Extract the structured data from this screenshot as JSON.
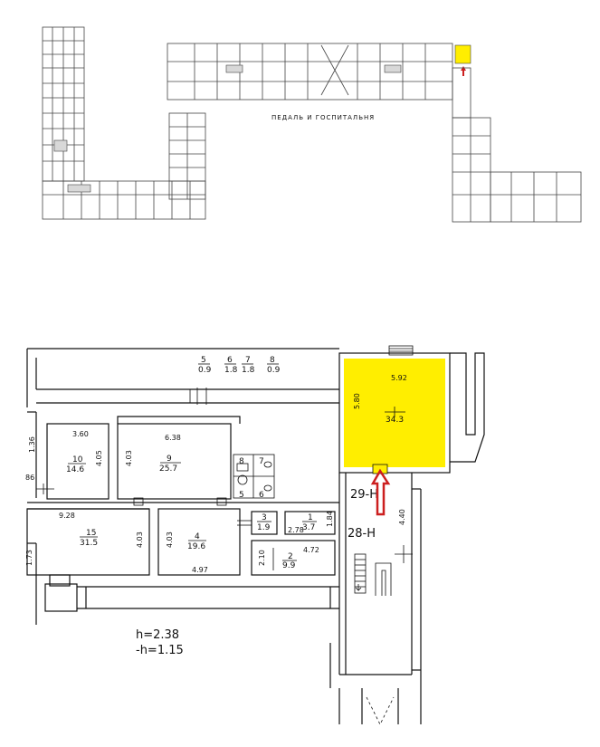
{
  "colors": {
    "highlight": "#ffee00",
    "arrow": "#cc1f1f",
    "line": "#111111"
  },
  "overview": {
    "annotation": "ПЕДАЛЬ  И  ГОСПИТАЛЬНЯ"
  },
  "detail": {
    "highlighted_room": {
      "dim_top": "5.92",
      "dim_side": "5.80",
      "area": "34.3"
    },
    "room_labels": [
      {
        "num": "5",
        "area": "0.9"
      },
      {
        "num": "6",
        "area": "1.8"
      },
      {
        "num": "7",
        "area": "1.8"
      },
      {
        "num": "8",
        "area": "0.9"
      },
      {
        "num": "10",
        "area": "14.6"
      },
      {
        "num": "9",
        "area": "25.7"
      },
      {
        "num": "15",
        "area": "31.5"
      },
      {
        "num": "4",
        "area": "19.6"
      },
      {
        "num": "3",
        "area": "1.9"
      },
      {
        "num": "1",
        "area": "3.7"
      },
      {
        "num": "2",
        "area": "9.9"
      }
    ],
    "small_rooms": [
      "8",
      "7",
      "5",
      "6"
    ],
    "dimensions": [
      "3.60",
      "6.38",
      "1.36",
      "4.05",
      "4.03",
      "86",
      "9.28",
      "4.03",
      "4.03",
      "4.97",
      "1.73",
      "2.78",
      "1.84",
      "2.10",
      "4.72",
      "4.40"
    ],
    "unit_labels": [
      "29-Н",
      "28-Н"
    ],
    "height_notes": [
      "h=2.38",
      "-h=1.15"
    ]
  }
}
